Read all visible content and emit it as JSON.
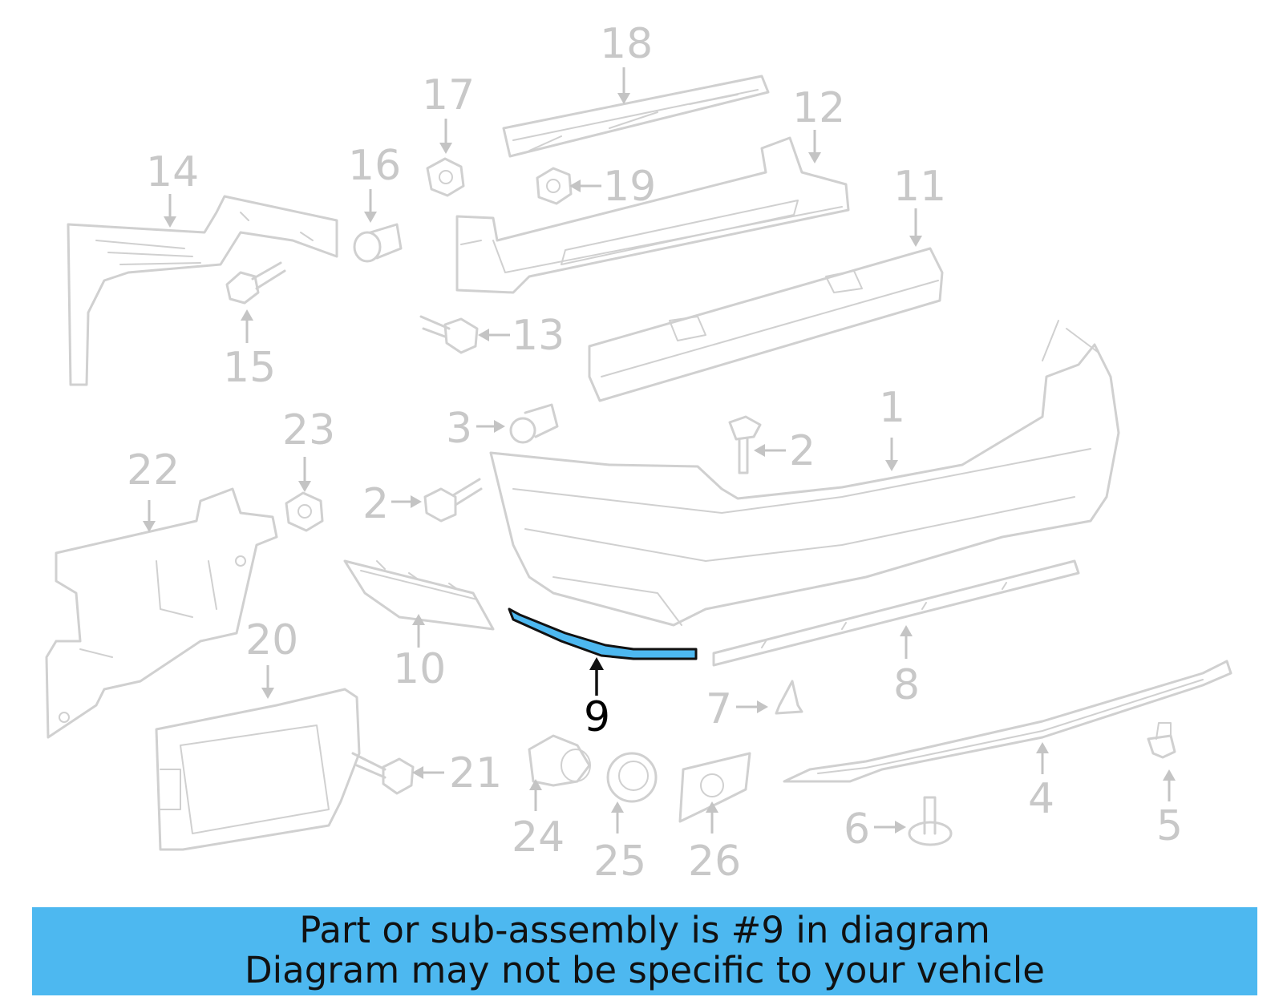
{
  "callouts": {
    "c1": "1",
    "c2a": "2",
    "c2b": "2",
    "c3": "3",
    "c4": "4",
    "c5": "5",
    "c6": "6",
    "c7": "7",
    "c8": "8",
    "c9": "9",
    "c10": "10",
    "c11": "11",
    "c12": "12",
    "c13": "13",
    "c14": "14",
    "c15": "15",
    "c16": "16",
    "c17": "17",
    "c18": "18",
    "c19": "19",
    "c20": "20",
    "c21": "21",
    "c22": "22",
    "c23": "23",
    "c24": "24",
    "c25": "25",
    "c26": "26"
  },
  "highlighted_part": "9",
  "colors": {
    "highlight": "#4db8f0",
    "parts": "#d0d0d0",
    "labels": "#c8c8c8"
  },
  "banner": {
    "line1": "Part or sub-assembly is #9 in diagram",
    "line2": "Diagram may not be specific to your vehicle"
  }
}
